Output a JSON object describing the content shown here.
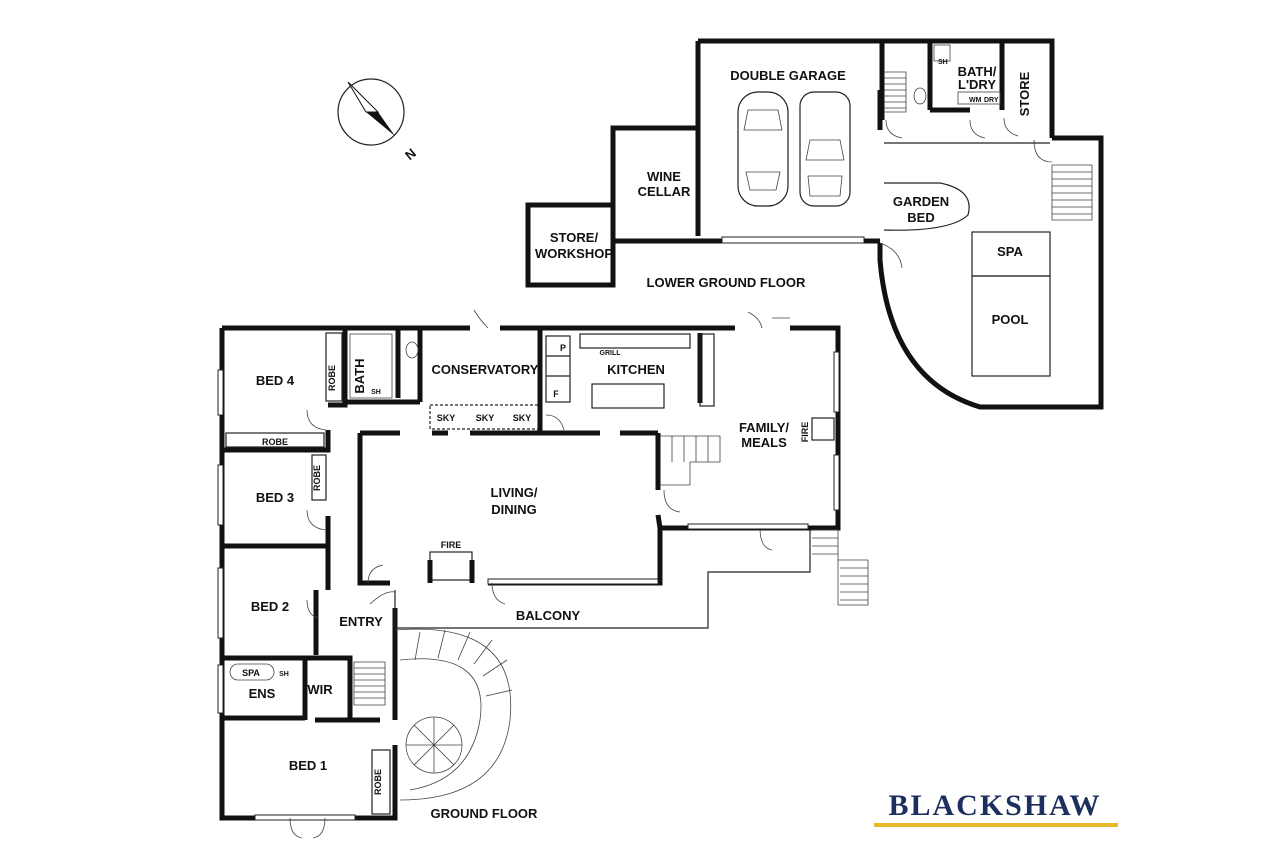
{
  "floors": {
    "lower": "LOWER GROUND FLOOR",
    "ground": "GROUND FLOOR"
  },
  "compass": {
    "label": "N"
  },
  "lower_rooms": {
    "double_garage": "DOUBLE GARAGE",
    "bath_l": "BATH/",
    "bath_l2": "L'DRY",
    "store": "STORE",
    "wine_cellar_1": "WINE",
    "wine_cellar_2": "CELLAR",
    "store_workshop_1": "STORE/",
    "store_workshop_2": "WORKSHOP",
    "garden_bed_1": "GARDEN",
    "garden_bed_2": "BED",
    "spa": "SPA",
    "pool": "POOL",
    "sh": "SH",
    "wm": "WM",
    "dry": "DRY"
  },
  "ground_rooms": {
    "bed4": "BED 4",
    "bed3": "BED 3",
    "bed2": "BED 2",
    "bed1": "BED 1",
    "robe": "ROBE",
    "bath": "BATH",
    "conservatory": "CONSERVATORY",
    "kitchen": "KITCHEN",
    "family_1": "FAMILY/",
    "family_2": "MEALS",
    "living_1": "LIVING/",
    "living_2": "DINING",
    "fire": "FIRE",
    "balcony": "BALCONY",
    "entry": "ENTRY",
    "ens": "ENS",
    "wir": "WIR",
    "spa": "SPA",
    "sky": "SKY",
    "sh": "SH",
    "pantry": "P",
    "fridge": "F",
    "grill": "GRILL"
  },
  "brand": {
    "name": "BLACKSHAW",
    "accent": "#e8b92e",
    "color": "#1d2f5e"
  }
}
